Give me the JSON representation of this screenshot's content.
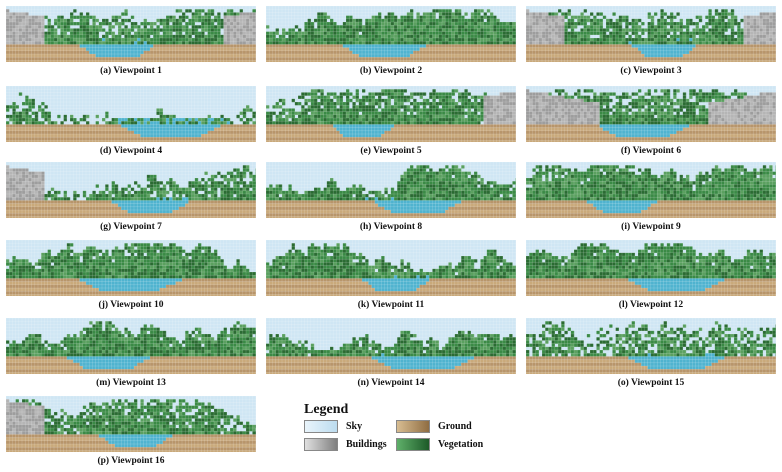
{
  "panels": [
    {
      "caption": "(a) Viewpoint 1",
      "seed": 11,
      "variant": "buildings-edges"
    },
    {
      "caption": "(b) Viewpoint 2",
      "seed": 23,
      "variant": "dense"
    },
    {
      "caption": "(c) Viewpoint 3",
      "seed": 37,
      "variant": "buildings-edges"
    },
    {
      "caption": "(d) Viewpoint 4",
      "seed": 41,
      "variant": "sparse"
    },
    {
      "caption": "(e) Viewpoint 5",
      "seed": 53,
      "variant": "buildings-right"
    },
    {
      "caption": "(f) Viewpoint 6",
      "seed": 67,
      "variant": "buildings-heavy"
    },
    {
      "caption": "(g) Viewpoint 7",
      "seed": 71,
      "variant": "buildings-left"
    },
    {
      "caption": "(h) Viewpoint 8",
      "seed": 83,
      "variant": "dense"
    },
    {
      "caption": "(i) Viewpoint 9",
      "seed": 97,
      "variant": "dense"
    },
    {
      "caption": "(j) Viewpoint 10",
      "seed": 101,
      "variant": "dense"
    },
    {
      "caption": "(k) Viewpoint 11",
      "seed": 113,
      "variant": "dense"
    },
    {
      "caption": "(l) Viewpoint 12",
      "seed": 127,
      "variant": "dense"
    },
    {
      "caption": "(m) Viewpoint 13",
      "seed": 131,
      "variant": "dense"
    },
    {
      "caption": "(n) Viewpoint 14",
      "seed": 139,
      "variant": "dense"
    },
    {
      "caption": "(o) Viewpoint 15",
      "seed": 149,
      "variant": "sparse"
    },
    {
      "caption": "(p) Viewpoint 16",
      "seed": 157,
      "variant": "buildings-left"
    }
  ],
  "legend": {
    "title": "Legend",
    "items": [
      {
        "label": "Sky",
        "color": "#cde6f5"
      },
      {
        "label": "Ground",
        "color": "#a88a5c"
      },
      {
        "label": "Buildings",
        "color": "#a8a8a8"
      },
      {
        "label": "Vegetation",
        "color": "#2f7d3a"
      }
    ]
  },
  "colors": {
    "sky": "#cfe6f4",
    "ground": "#c9a97a",
    "ground_dark": "#b8956a",
    "building": "#b5b5b5",
    "building_dark": "#9d9d9d",
    "vegetation": "#3a8a45",
    "vegetation_dark": "#2a6b32",
    "vegetation_light": "#5aa05f",
    "water": "#4fb3cf"
  }
}
